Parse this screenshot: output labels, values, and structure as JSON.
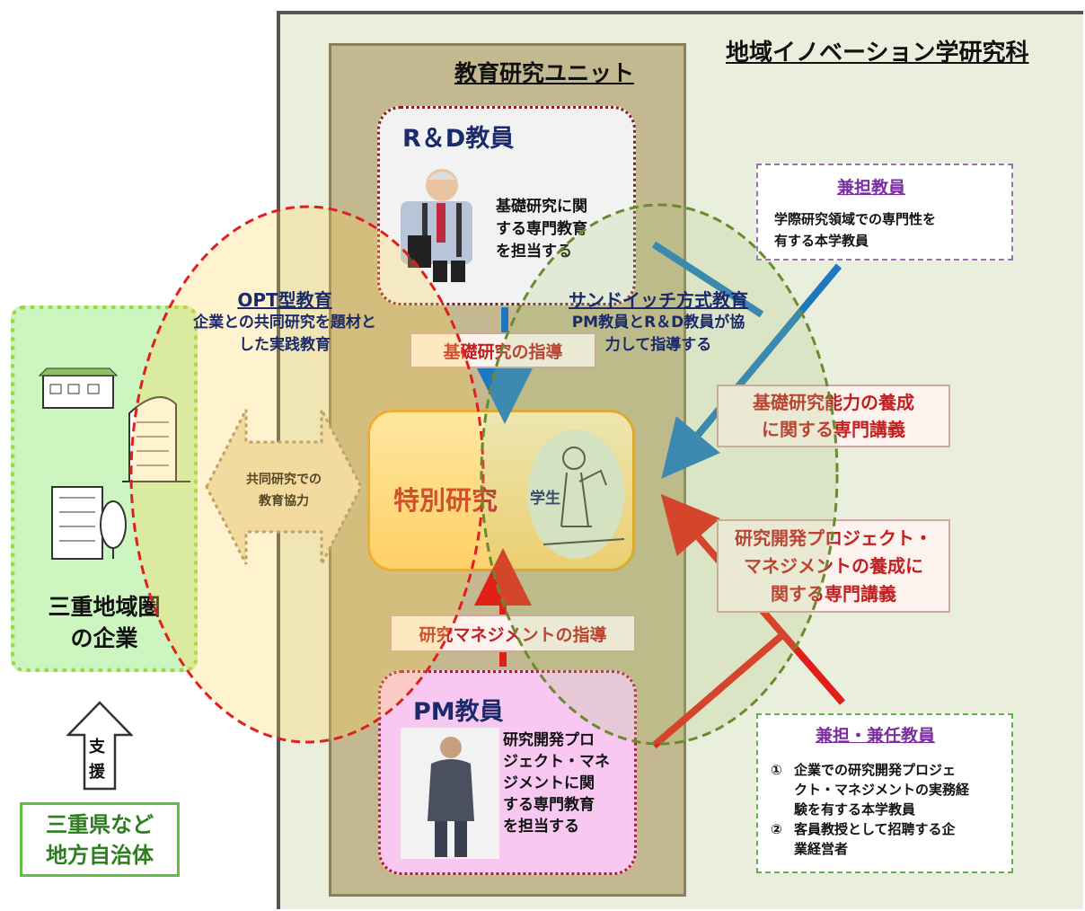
{
  "graduate_school": {
    "title": "地域イノベーション学研究科"
  },
  "education_unit": {
    "title": "教育研究ユニット"
  },
  "rd_faculty": {
    "title": "R＆D教員",
    "desc_lines": [
      "基礎研究に関",
      "する専門教育",
      "を担当する"
    ]
  },
  "pm_faculty": {
    "title": "PM教員",
    "desc_lines": [
      "研究開発プロ",
      "ジェクト・マネ",
      "ジメントに関",
      "する専門教育",
      "を担当する"
    ]
  },
  "special_research": {
    "title": "特別研究",
    "student_label": "学生"
  },
  "opt_education": {
    "title": "OPT型教育",
    "desc_lines": [
      "企業との共同研究を題材と",
      "した実践教育"
    ]
  },
  "sandwich_education": {
    "title": "サンドイッチ方式教育",
    "desc_lines": [
      "PM教員とR＆D教員が協",
      "力して指導する"
    ]
  },
  "basic_guidance": {
    "label": "基礎研究の指導"
  },
  "mgmt_guidance": {
    "label": "研究マネジメントの指導"
  },
  "collab": {
    "lines": [
      "共同研究での",
      "教育協力"
    ]
  },
  "concurrent_faculty": {
    "title": "兼担教員",
    "desc_lines": [
      "学際研究領域での専門性を",
      "有する本学教員"
    ]
  },
  "concurrent_part_time": {
    "title": "兼担・兼任教員",
    "items": [
      {
        "num": "①",
        "text_lines": [
          "企業での研究開発プロジェ",
          "クト・マネジメントの実務経",
          "験を有する本学教員"
        ]
      },
      {
        "num": "②",
        "text_lines": [
          "客員教授として招聘する企",
          "業経営者"
        ]
      }
    ]
  },
  "basic_lecture": {
    "lines": [
      "基礎研究能力の養成",
      "に関する専門講義"
    ]
  },
  "project_lecture": {
    "lines": [
      "研究開発プロジェクト・",
      "マネジメントの養成に",
      "関する専門講義"
    ]
  },
  "companies": {
    "lines": [
      "三重地域圏",
      "の企業"
    ]
  },
  "support": {
    "chars": [
      "支",
      "援"
    ]
  },
  "government": {
    "lines": [
      "三重県など",
      "地方自治体"
    ]
  },
  "colors": {
    "navy": "#1a2a6a",
    "red": "#c02020",
    "blue_arrow": "#1e78c0",
    "red_arrow": "#e02018",
    "green": "#60c040",
    "purple": "#7a2ea0"
  }
}
